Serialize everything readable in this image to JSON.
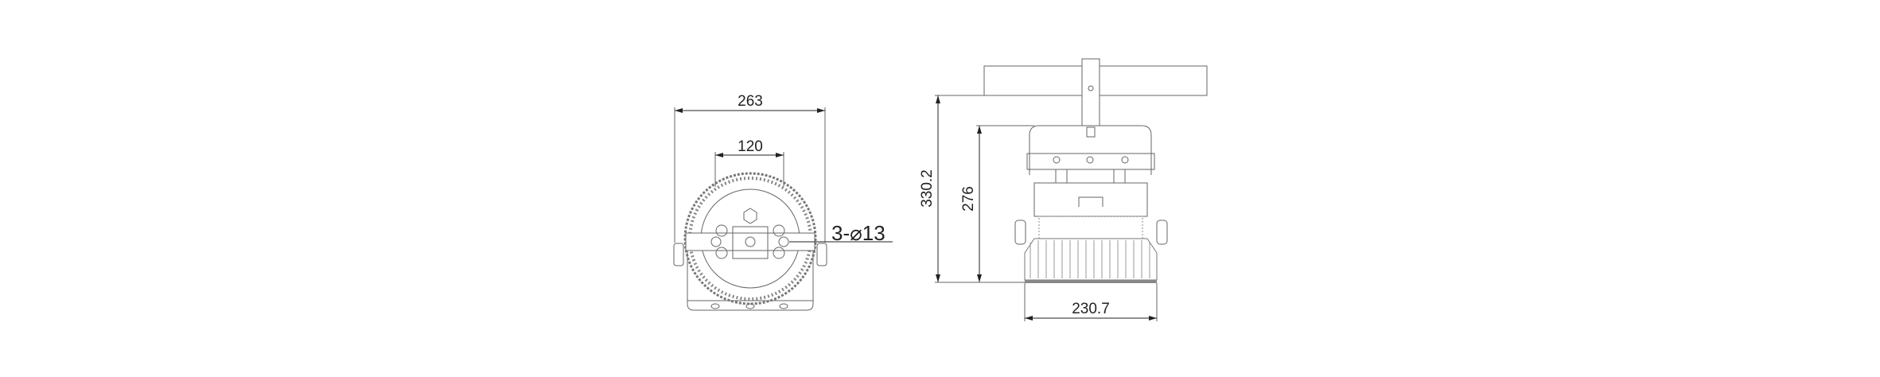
{
  "front_view": {
    "overall_width": "263",
    "mount_spacing": "120",
    "hole_callout": "3-⌀13"
  },
  "side_view": {
    "total_height": "330.2",
    "body_height": "276",
    "body_width": "230.7"
  },
  "colors": {
    "line": "#555555",
    "dim": "#222222"
  }
}
